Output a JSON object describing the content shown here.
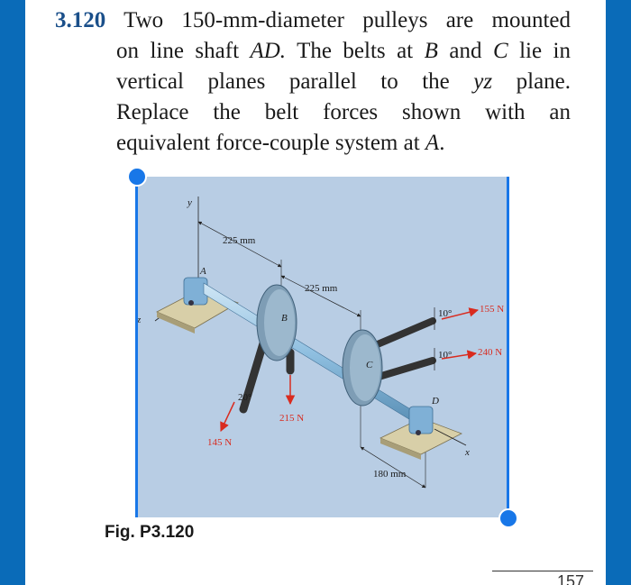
{
  "problem": {
    "number": "3.120",
    "lines": [
      "Two 150-mm-diameter pulleys are mounted",
      "on line shaft",
      "AD.",
      "The belts at",
      "B",
      "and",
      "C",
      "lie in",
      "vertical planes parallel to the",
      "yz",
      "plane.",
      "Replace the belt forces shown with an",
      "equivalent force-couple system at",
      "A",
      "."
    ]
  },
  "figure": {
    "caption": "Fig. P3.120",
    "labels": {
      "y_axis": "y",
      "z_axis": "z",
      "x_axis": "x",
      "point_a": "A",
      "point_b": "B",
      "point_c": "C",
      "point_d": "D",
      "dim_1": "225 mm",
      "dim_2": "225 mm",
      "dim_3": "180 mm",
      "angle_b": "20°",
      "angle_c1": "10°",
      "angle_c2": "10°",
      "force_1": "145 N",
      "force_2": "215 N",
      "force_3": "155 N",
      "force_4": "240 N"
    },
    "colors": {
      "shaft": "#8fbfe0",
      "pulley": "#6f8fa8",
      "force": "#d92b1f",
      "selection": "#1877e8"
    }
  },
  "footer": {
    "page_fragment": "157"
  }
}
